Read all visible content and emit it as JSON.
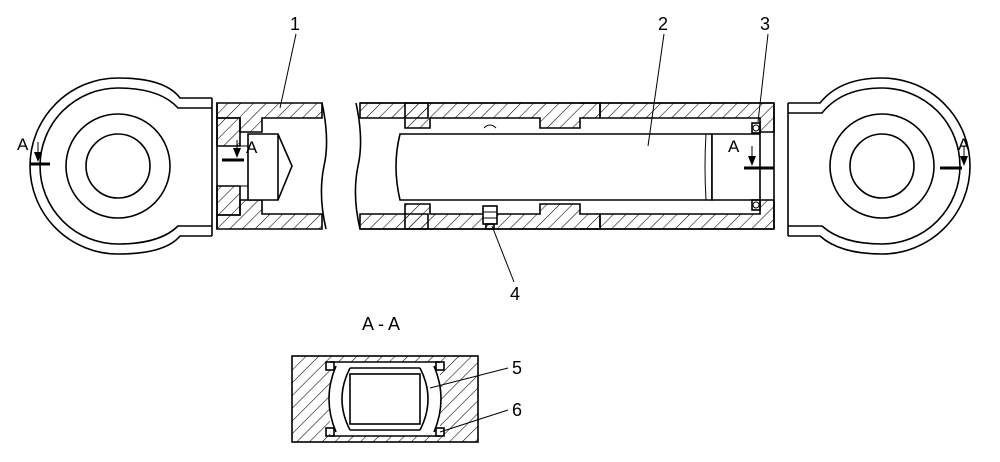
{
  "labels": {
    "part_1": "1",
    "part_2": "2",
    "part_3": "3",
    "part_4": "4",
    "part_5": "5",
    "part_6": "6"
  },
  "section": {
    "title": "A - A",
    "marker": "A"
  }
}
